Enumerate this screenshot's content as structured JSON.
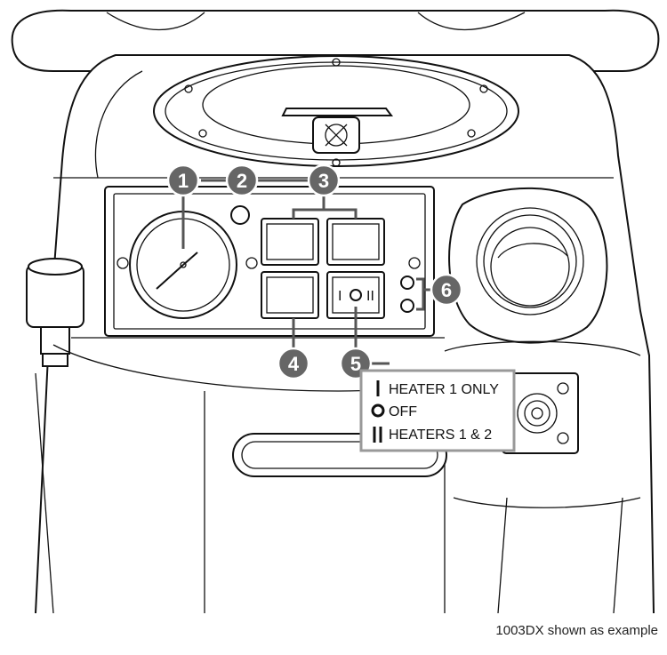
{
  "callouts": [
    "1",
    "2",
    "3",
    "4",
    "5",
    "6"
  ],
  "legend": {
    "items": [
      {
        "symbol": "I",
        "label": "HEATER 1 ONLY"
      },
      {
        "symbol": "O",
        "label": "OFF"
      },
      {
        "symbol": "II",
        "label": "HEATERS 1 & 2"
      }
    ]
  },
  "switch_face": {
    "glyph_left": "I",
    "glyph_right": "II"
  },
  "caption": "1003DX shown as example",
  "colors": {
    "callout_fill": "#666666",
    "line": "#111111",
    "legend_border": "#999999"
  }
}
